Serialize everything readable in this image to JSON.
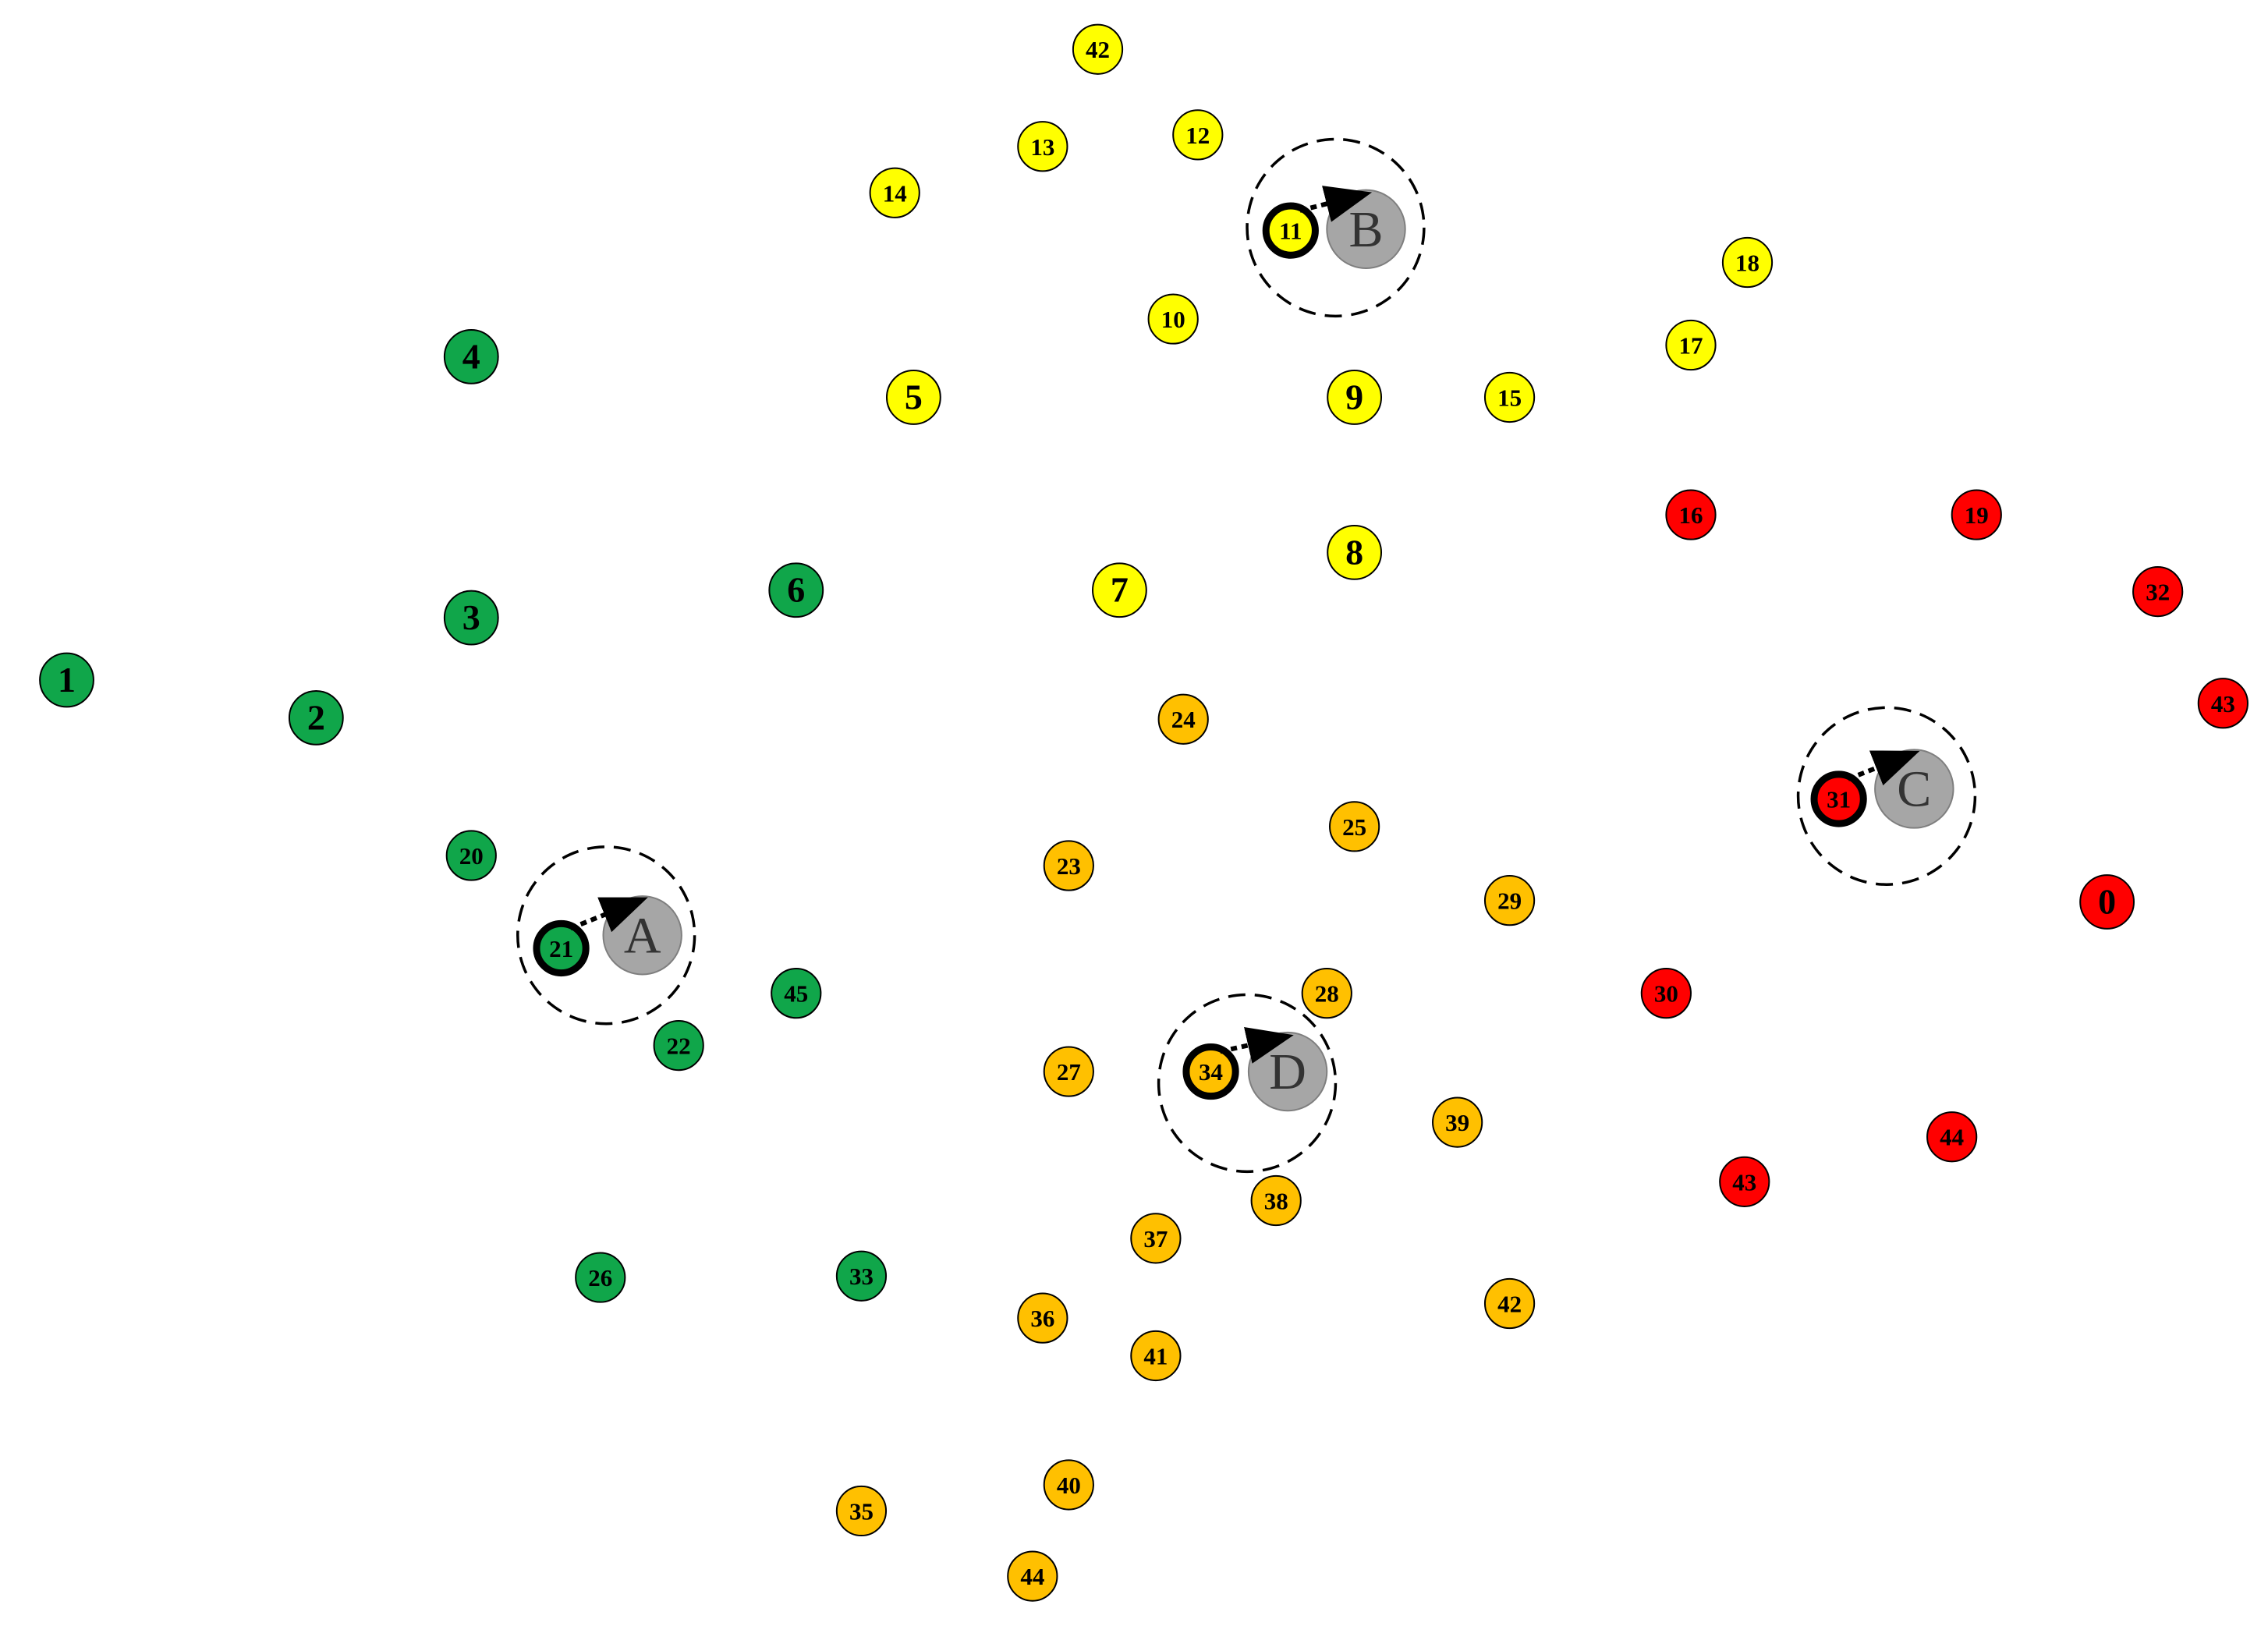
{
  "colors": {
    "green": "#10a64a",
    "yellow": "#ffff00",
    "orange": "#ffc000",
    "red": "#ff0000",
    "center_fill": "#a6a6a6",
    "stroke": "#000000",
    "background": "#ffffff"
  },
  "clusters": [
    {
      "name": "green",
      "center_label": "A",
      "head_label": "21",
      "nodes": [
        "1",
        "2",
        "3",
        "4",
        "6",
        "20",
        "21",
        "22",
        "26",
        "33",
        "45"
      ]
    },
    {
      "name": "yellow",
      "center_label": "B",
      "head_label": "11",
      "nodes": [
        "42",
        "13",
        "12",
        "14",
        "11",
        "18",
        "10",
        "17",
        "5",
        "9",
        "15",
        "7",
        "8"
      ]
    },
    {
      "name": "red",
      "center_label": "C",
      "head_label": "31",
      "nodes": [
        "16",
        "19",
        "32",
        "43",
        "31",
        "0",
        "30",
        "44",
        "43"
      ]
    },
    {
      "name": "orange",
      "center_label": "D",
      "head_label": "34",
      "nodes": [
        "24",
        "25",
        "23",
        "29",
        "28",
        "27",
        "34",
        "39",
        "38",
        "37",
        "42",
        "36",
        "41",
        "40",
        "35",
        "44"
      ]
    }
  ]
}
